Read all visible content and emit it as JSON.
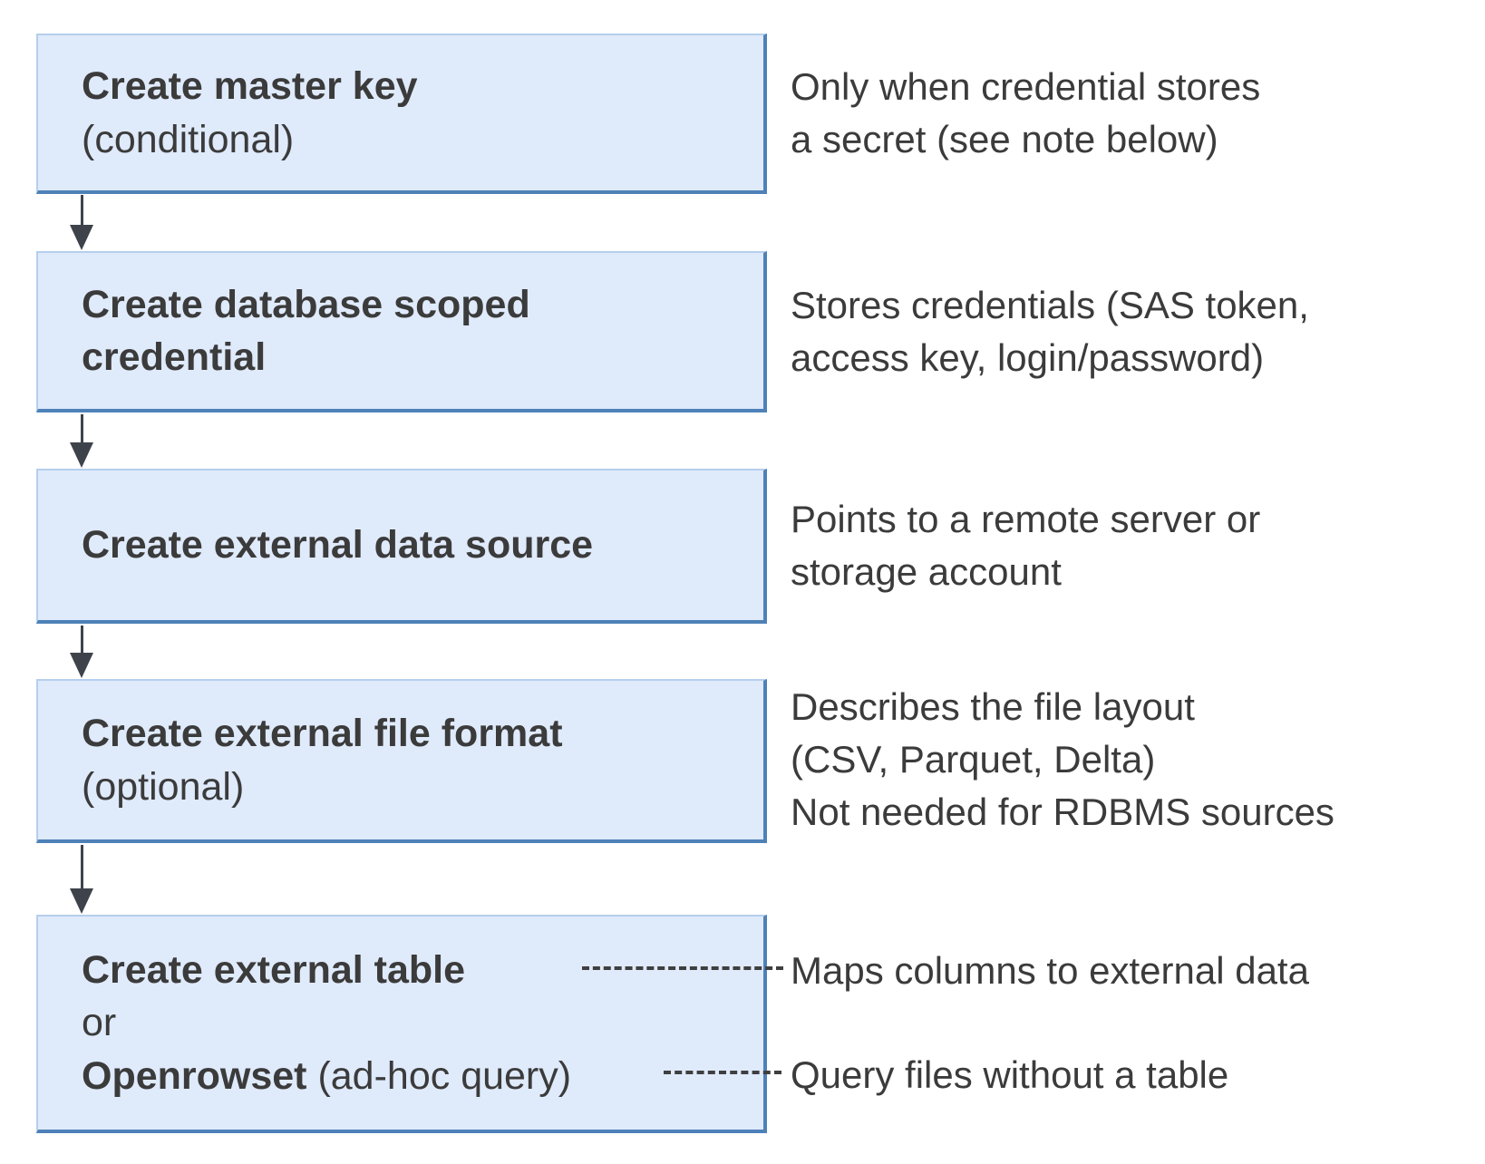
{
  "diagram": {
    "steps": [
      {
        "title": "Create master key",
        "subtitle": "(conditional)",
        "annotation": "Only when credential stores\na secret (see note below)"
      },
      {
        "title": "Create database scoped\ncredential",
        "annotation": "Stores credentials (SAS token,\naccess key, login/password)"
      },
      {
        "title": "Create external data source",
        "annotation": "Points to a remote server or\nstorage account"
      },
      {
        "title": "Create external file format",
        "subtitle": "(optional)",
        "annotation": "Describes the file layout\n(CSV, Parquet, Delta)\nNot needed for RDBMS sources"
      }
    ],
    "final_step": {
      "line1_bold": "Create external table",
      "line2": "or",
      "line3_bold": "Openrowset",
      "line3_rest": " (ad-hoc query)",
      "annotation_table": "Maps columns to external data",
      "annotation_openrowset": "Query files without a table"
    },
    "colors": {
      "box_fill": "#dfeafb",
      "box_border_dark": "#4e81b8",
      "box_border_light": "#b5cfec",
      "arrow": "#3e434b",
      "dash": "#3f3f3f",
      "text": "#3b3b3b"
    }
  }
}
